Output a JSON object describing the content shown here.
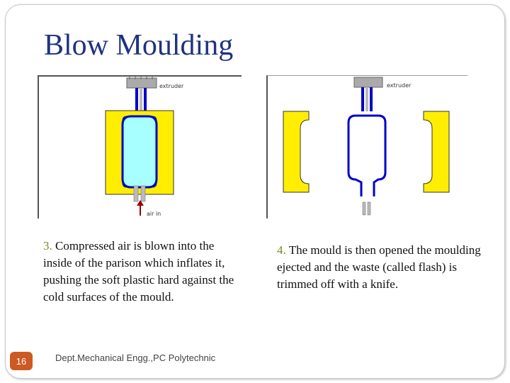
{
  "slide": {
    "title": "Blow Moulding",
    "page_number": "16",
    "footer": "Dept.Mechanical Engg.,PC Polytechnic"
  },
  "diagram_left": {
    "extruder_label": "extruder",
    "air_label": "air in"
  },
  "diagram_right": {
    "extruder_label": "extruder"
  },
  "captions": {
    "left": {
      "number": "3.",
      "text": "Compressed air is blown into the inside of the parison which inflates it, pushing the soft plastic hard against the cold surfaces of the mould."
    },
    "right": {
      "number": "4.",
      "text": "The mould is then opened the moulding ejected and the waste (called flash) is trimmed off with a knife."
    }
  },
  "colors": {
    "title": "#1f3380",
    "mould": "#ffee00",
    "parison_fill": "#a8ffff",
    "parison_outline": "#0000cc",
    "badge": "#cc5a22",
    "arrow": "#990000"
  }
}
